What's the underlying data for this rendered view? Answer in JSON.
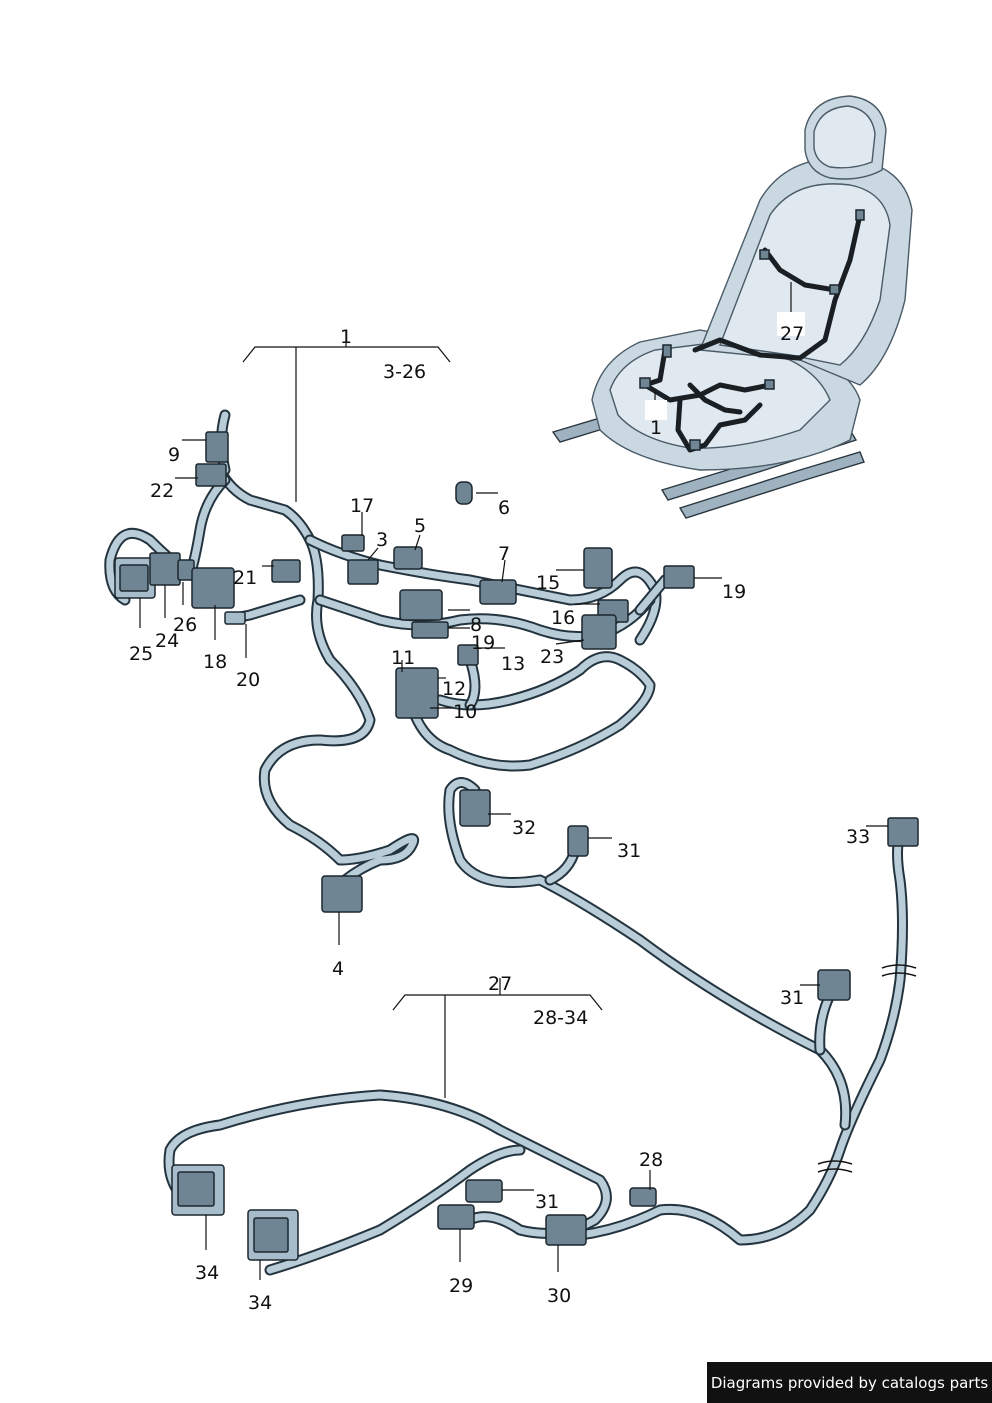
{
  "labels": {
    "l1a": "1",
    "l1b": "1",
    "range_a": "3-26",
    "l3": "3",
    "l4": "4",
    "l5": "5",
    "l6": "6",
    "l7": "7",
    "l8": "8",
    "l9": "9",
    "l10": "10",
    "l11": "11",
    "l12": "12",
    "l13": "13",
    "l15": "15",
    "l16": "16",
    "l17": "17",
    "l18": "18",
    "l19a": "19",
    "l19b": "19",
    "l20": "20",
    "l21": "21",
    "l22": "22",
    "l23": "23",
    "l24": "24",
    "l25": "25",
    "l26": "26",
    "l27a": "27",
    "l27b": "27",
    "range_b": "28-34",
    "l28": "28",
    "l29": "29",
    "l30": "30",
    "l31a": "31",
    "l31b": "31",
    "l31c": "31",
    "l32": "32",
    "l33": "33",
    "l34a": "34",
    "l34b": "34"
  },
  "footer": {
    "text": "Diagrams provided by catalogs parts"
  },
  "colors": {
    "harness": "#24343f",
    "connector": "#6f8593",
    "seat": "#dfe9ef",
    "banner": "#111111"
  }
}
